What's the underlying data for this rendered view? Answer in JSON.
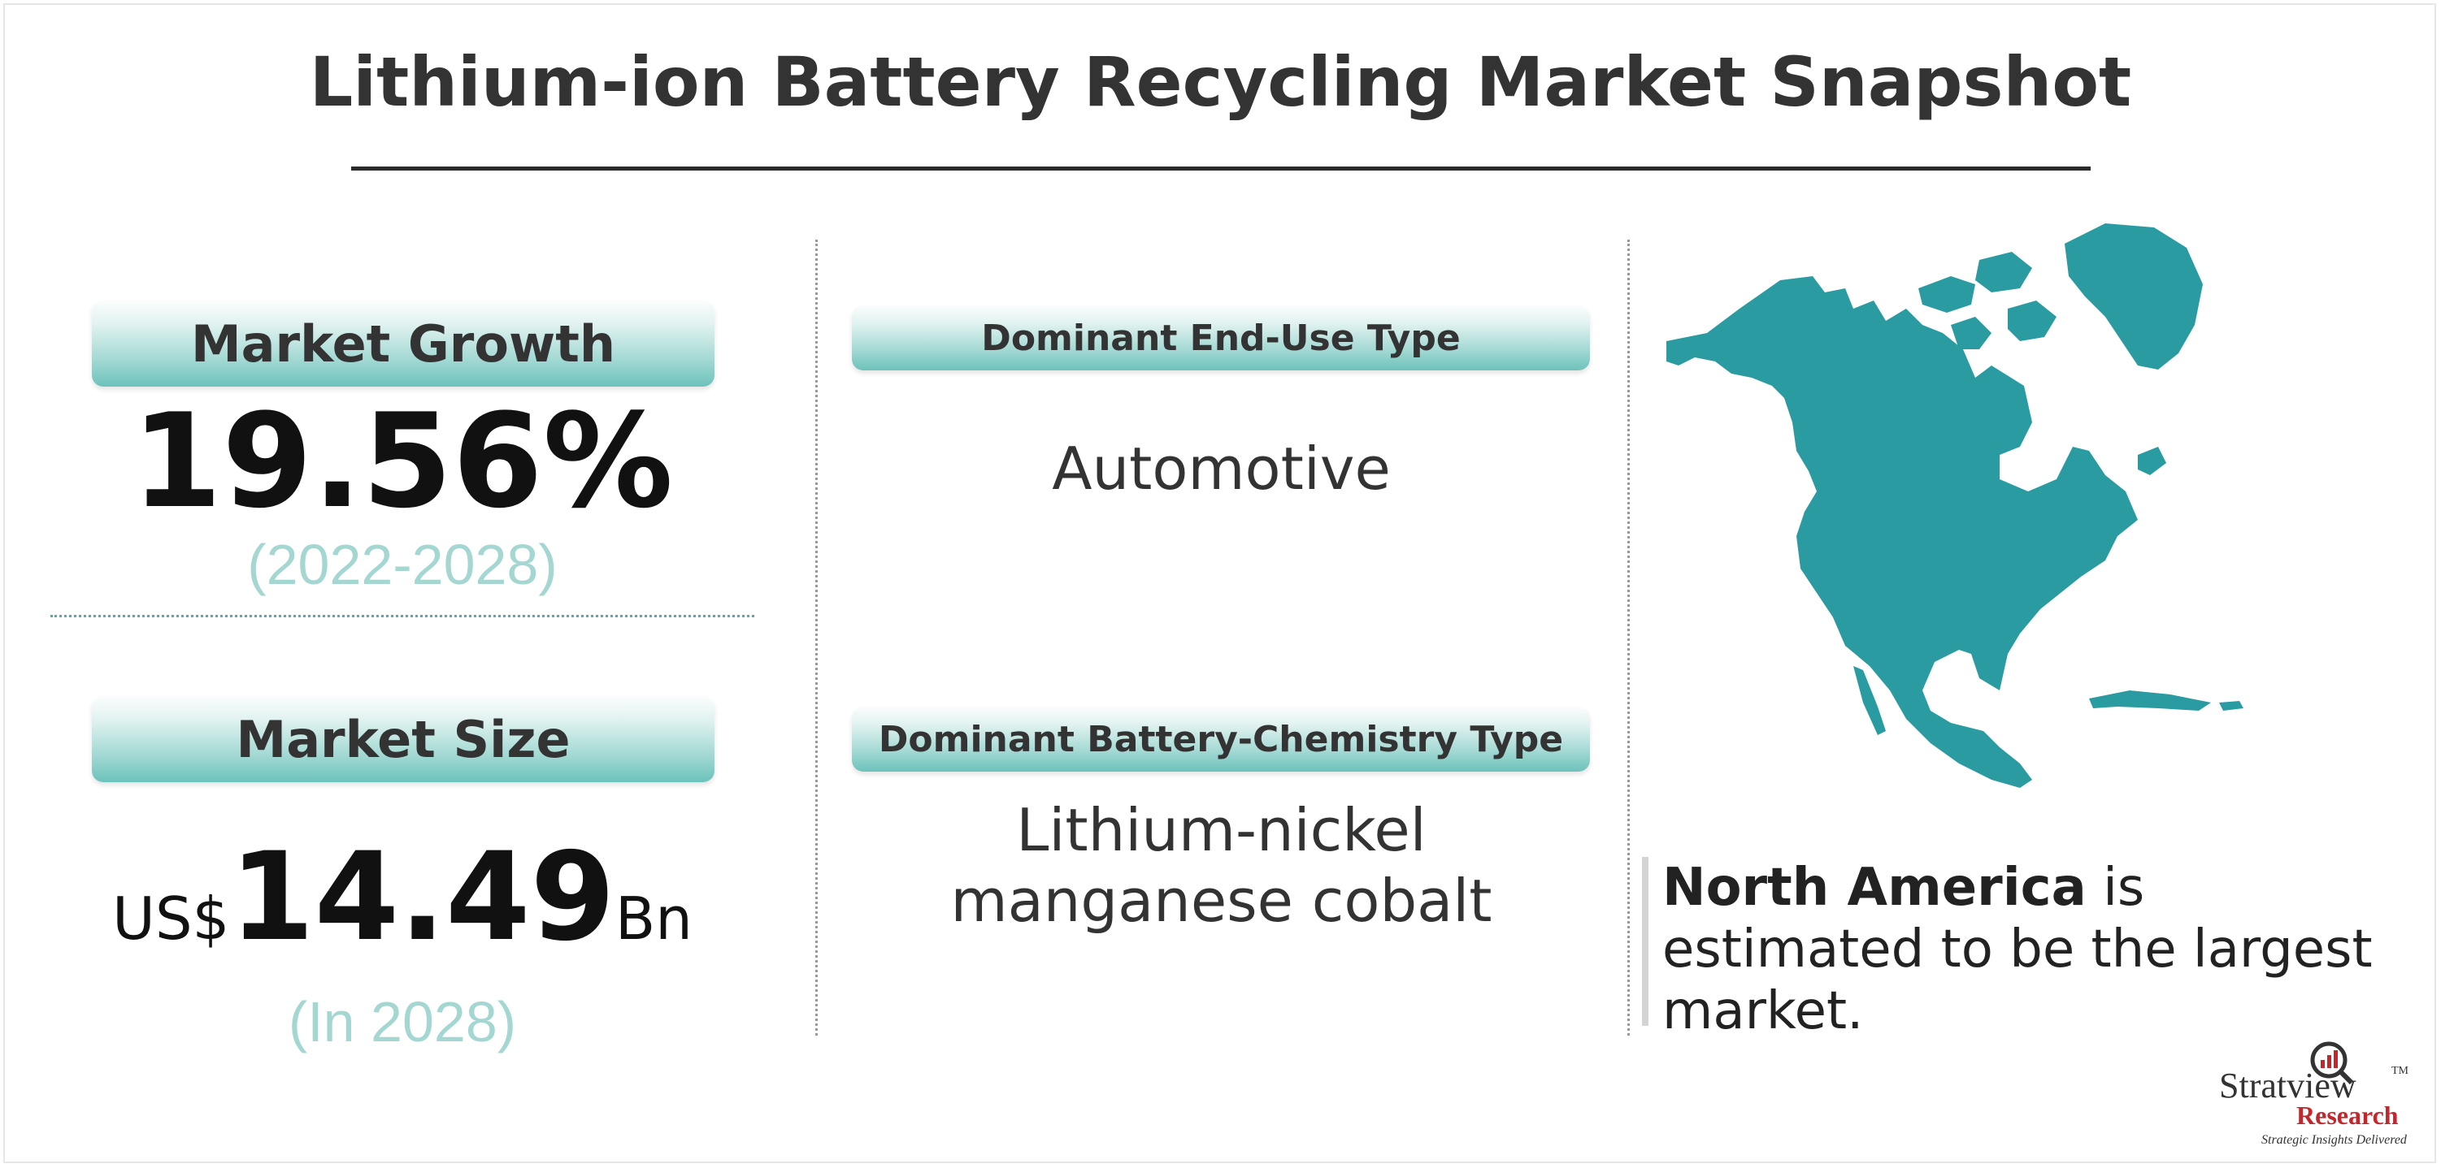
{
  "title": "Lithium-ion Battery Recycling Market Snapshot",
  "colors": {
    "teal": "#2a9ba0",
    "pill_dark": "#6cc2bb",
    "sub_text": "#a4d6d2",
    "logo_red": "#c0282d"
  },
  "market_growth": {
    "label": "Market Growth",
    "value": "19.56%",
    "period": "(2022-2028)"
  },
  "market_size": {
    "label": "Market Size",
    "prefix": "US$",
    "value": "14.49",
    "suffix": "Bn",
    "year": "(In 2028)"
  },
  "end_use": {
    "label": "Dominant End-Use Type",
    "value": "Automotive"
  },
  "chemistry": {
    "label": "Dominant Battery-Chemistry Type",
    "value_line1": "Lithium-nickel",
    "value_line2": "manganese cobalt"
  },
  "region": {
    "name": "North America",
    "text": " is estimated to be the largest market.",
    "map_icon": "north-america-map"
  },
  "logo": {
    "name": "Stratview",
    "tm": "TM",
    "line2": "Research",
    "tagline": "Strategic Insights Delivered",
    "icon": "magnifier-growth-icon"
  }
}
